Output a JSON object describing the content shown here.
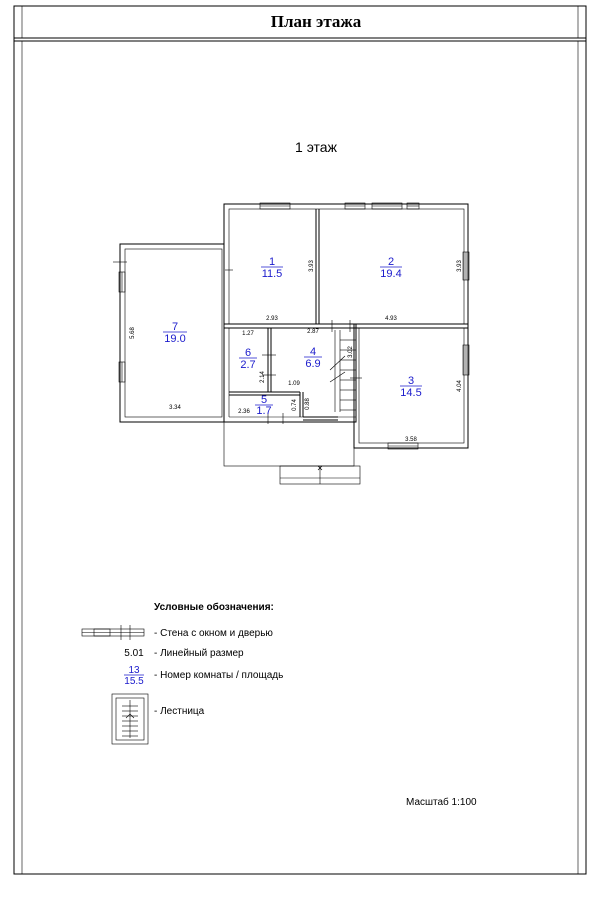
{
  "sheet": {
    "title": "План этажа",
    "floor_label": "1 этаж",
    "scale_label": "Масштаб 1:100"
  },
  "rooms": [
    {
      "number": "1",
      "area": "11.5"
    },
    {
      "number": "2",
      "area": "19.4"
    },
    {
      "number": "3",
      "area": "14.5"
    },
    {
      "number": "4",
      "area": "6.9"
    },
    {
      "number": "5",
      "area": "1.7"
    },
    {
      "number": "6",
      "area": "2.7"
    },
    {
      "number": "7",
      "area": "19.0"
    }
  ],
  "dimensions": {
    "r1_height": "3.93",
    "r1_width": "2.93",
    "r2_height": "3.93",
    "r2_width": "4.93",
    "r3_height": "4.04",
    "r3_width": "3.58",
    "r4_width": "2.87",
    "r4_height": "3.02",
    "r6_width": "1.27",
    "r6_height": "2.14",
    "r5_width": "2.36",
    "r5_height": "0.74",
    "corr_width": "1.09",
    "corr_height": "0.88",
    "r7_height": "5.68",
    "r7_width": "3.34"
  },
  "legend": {
    "heading": "Условные обозначения:",
    "wall_label": "- Стена с окном и дверью",
    "dim_sample": "5.01",
    "dim_label": "- Линейный размер",
    "room_sample_number": "13",
    "room_sample_area": "15.5",
    "room_label": "- Номер комнаты / площадь",
    "stairs_label": "- Лестница"
  },
  "colors": {
    "room_text": "#1a1acc",
    "lines": "#000000"
  }
}
